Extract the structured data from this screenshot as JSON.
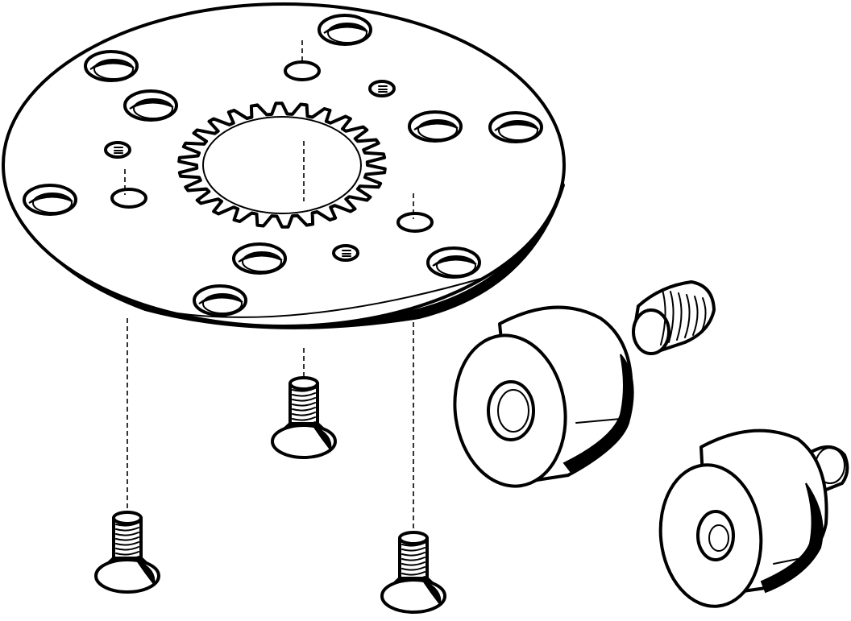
{
  "drawing": {
    "line_color": "#000000",
    "background_color": "#ffffff",
    "parts": [
      "mounting-plate",
      "countersunk-screw",
      "centering-sleeve",
      "set-screw",
      "stepped-centering-pin"
    ]
  }
}
